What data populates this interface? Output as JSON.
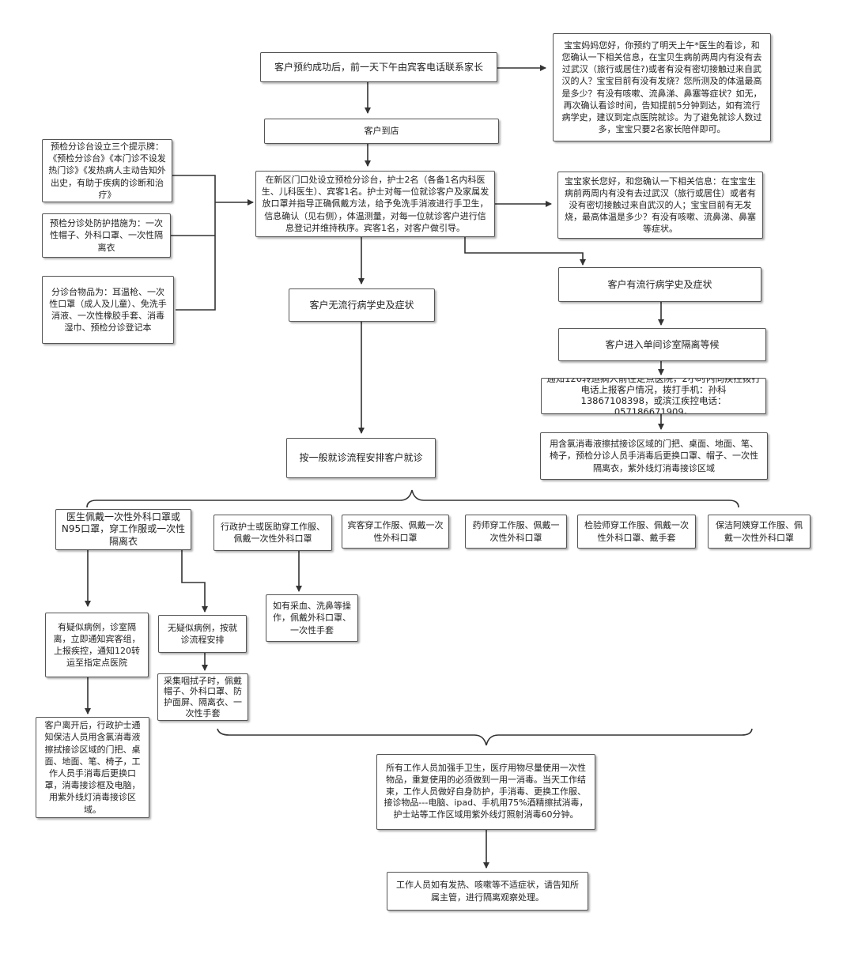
{
  "nodes": {
    "appt": "客户预约成功后，前一天下午由宾客电话联系家长",
    "phone_script": "宝宝妈妈您好，你预约了明天上午*医生的看诊，和您确认一下相关信息，在宝贝生病前两周内有没有去过武汉（旅行或居住?)或者有没有密切接触过来自武汉的人？宝宝目前有没有发烧？您所测及的体温最高是多少？有没有咳嗽、流鼻涕、鼻塞等症状？如无，再次确认看诊时间，告知提前5分钟到达，如有流行病学史，建议到定点医院就诊。为了避免就诊人数过多，宝宝只要2名家长陪伴即可。",
    "arrive": "客户到店",
    "signs": "预检分诊台设立三个提示牌：《预检分诊台》《本门诊不设发热门诊》《发热病人主动告知外出史，有助于疾病的诊断和治疗》",
    "ppe": "预检分诊处防护措施为：一次性帽子、外科口罩、一次性隔离衣",
    "supplies": "分诊台物品为：耳温枪、一次性口罩（成人及儿童）、免洗手消液、一次性橡胶手套、消毒湿巾、预检分诊登记本",
    "triage": "在新区门口处设立预检分诊台，护士2名（各备1名内科医生、儿科医生）、宾客1名。护士对每一位就诊客户及家属发放口罩并指导正确佩戴方法，给予免洗手消液进行手卫生，信息确认（见右侧），体温测量，对每一位就诊客户进行信息登记并维持秩序。宾客1名，对客户做引导。",
    "confirm": "宝宝家长您好，和您确认一下相关信息：在宝宝生病前两周内有没有去过武汉（旅行或居住）或者有没有密切接触过来自武汉的人；宝宝目前有无发烧，最高体温是多少？有没有咳嗽、流鼻涕、鼻塞等症状。",
    "no_hist": "客户无流行病学史及症状",
    "has_hist": "客户有流行病学史及症状",
    "isolate": "客户进入单间诊室隔离等候",
    "notify": "通知120转运病人前往定点医院，2小时内向疾控拨打电话上报客户情况，拨打手机：孙科13867108398，或滨江疾控电话：057186671909。",
    "disinfect1": "用含氯消毒液擦拭接诊区域的门把、桌面、地面、笔、椅子，预检分诊人员手消毒后更换口罩、帽子、一次性隔离衣，紫外线灯消毒接诊区域",
    "normal": "按一般就诊流程安排客户就诊",
    "doctor": "医生佩戴一次性外科口罩或N95口罩，穿工作服或一次性隔离衣",
    "admin": "行政护士或医助穿工作服、佩戴一次性外科口罩",
    "guest": "宾客穿工作服、佩戴一次性外科口罩",
    "pharm": "药师穿工作服、佩戴一次性外科口罩",
    "lab": "检验师穿工作服、佩戴一次性外科口罩、戴手套",
    "clean": "保洁阿姨穿工作服、佩戴一次性外科口罩",
    "blood": "如有采血、洗鼻等操作，佩戴外科口罩、一次性手套",
    "suspect": "有疑似病例，诊室隔离，立即通知宾客组，上报疾控，通知120转运至指定点医院",
    "nosuspect": "无疑似病例，按就诊流程安排",
    "swab": "采集咽拭子时，佩戴帽子、外科口罩、防护面屏、隔离衣、一次性手套",
    "after_leave": "客户离开后，行政护士通知保洁人员用含氯消毒液擦拭接诊区域的门把、桌面、地面、笔、椅子，工作人员手消毒后更换口罩，消毒接诊框及电脑，用紫外线灯消毒接诊区域。",
    "all_staff": "所有工作人员加强手卫生，医疗用物尽量使用一次性物品，重复使用的必须做到一用一消毒。当天工作结束，工作人员做好自身防护，手消毒、更换工作服、接诊物品---电脑、ipad、手机用75%酒精擦拭消毒，护士站等工作区域用紫外线灯照射消毒60分钟。",
    "fever": "工作人员如有发热、咳嗽等不适症状，请告知所属主管，进行隔离观察处理。"
  }
}
